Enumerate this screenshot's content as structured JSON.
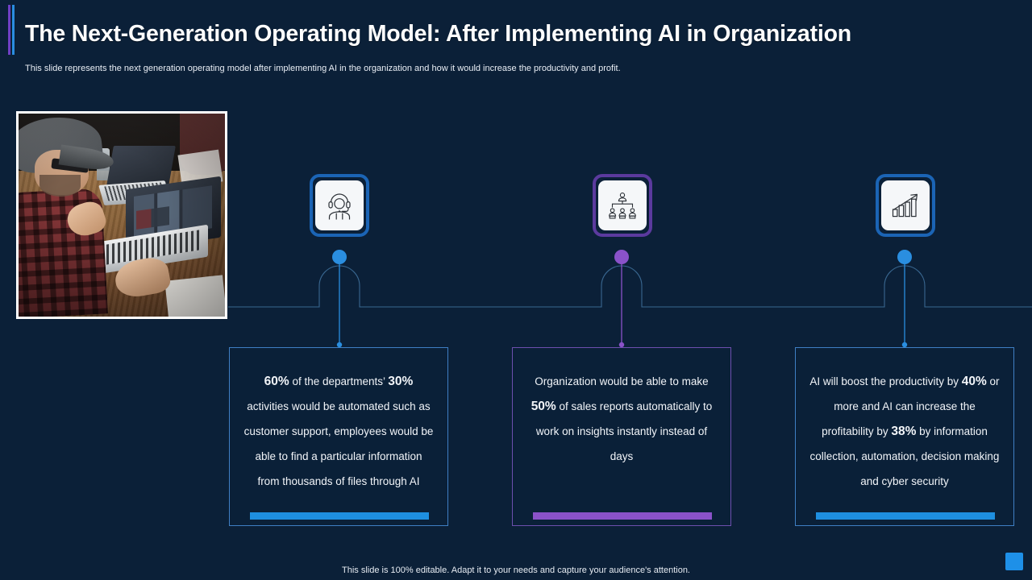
{
  "header": {
    "title": "The Next-Generation Operating Model: After Implementing AI in Organization",
    "subtitle": "This slide represents the next generation operating model after implementing AI in the organization and how it would increase the productivity and profit."
  },
  "photo": {
    "alt": "man-with-cap-working-on-laptop-at-desk"
  },
  "colors": {
    "background": "#0b2038",
    "blue_accent": "#1e8fe0",
    "purple_accent": "#8a52c9",
    "blue_border": "#3f7fc4",
    "purple_border": "#6d4fae",
    "icon_ring_blue": "#1b64b5",
    "icon_ring_purple": "#5b3a9e",
    "title_text": "#ffffff"
  },
  "timeline": {
    "nodes": [
      {
        "id": "node-1",
        "color": "#1e90e8",
        "icon": "support-agent-icon",
        "icon_label": "customer-support-headset",
        "ring_color": "#1b64b5"
      },
      {
        "id": "node-2",
        "color": "#8a52c9",
        "icon": "org-hierarchy-icon",
        "icon_label": "organization-hierarchy-chart",
        "ring_color": "#5b3a9e"
      },
      {
        "id": "node-3",
        "color": "#1e90e8",
        "icon": "growth-chart-icon",
        "icon_label": "bar-chart-upward-arrow",
        "ring_color": "#1b64b5"
      }
    ]
  },
  "cards": [
    {
      "id": "card-1",
      "accent": "#1e8fe0",
      "border": "#3f7fc4",
      "segments": [
        {
          "text": "60%",
          "bold": true
        },
        {
          "text": " of the departments’ ",
          "bold": false
        },
        {
          "text": "30%",
          "bold": true
        },
        {
          "text": " activities would be automated such as customer support, employees would be able to find a particular information from thousands of files through AI",
          "bold": false
        }
      ],
      "plain_text": "60% of the departments’ 30% activities would be automated such as customer support, employees would be able to find a particular information from thousands of files through AI"
    },
    {
      "id": "card-2",
      "accent": "#8a52c9",
      "border": "#6d4fae",
      "segments": [
        {
          "text": "Organization would be able to make ",
          "bold": false
        },
        {
          "text": "50%",
          "bold": true
        },
        {
          "text": " of  sales reports automatically to work on insights instantly instead of days",
          "bold": false
        }
      ],
      "plain_text": "Organization would be able to make 50% of sales reports automatically to work on insights instantly instead of days"
    },
    {
      "id": "card-3",
      "accent": "#1e8fe0",
      "border": "#3f7fc4",
      "segments": [
        {
          "text": "AI will boost the productivity by ",
          "bold": false
        },
        {
          "text": "40%",
          "bold": true
        },
        {
          "text": " or more and AI can increase the profitability by ",
          "bold": false
        },
        {
          "text": "38%",
          "bold": true
        },
        {
          "text": " by information collection, automation, decision making and cyber security",
          "bold": false
        }
      ],
      "plain_text": "AI will boost the productivity by 40% or more and AI can increase the profitability by 38% by information collection, automation, decision making and cyber security"
    }
  ],
  "footer": {
    "note": "This slide is 100% editable. Adapt it to your needs and capture your audience's attention."
  }
}
